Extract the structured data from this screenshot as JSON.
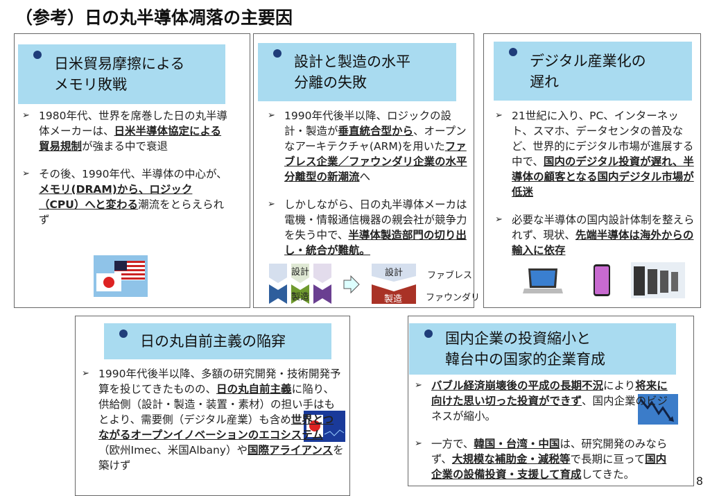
{
  "title": "（参考）日の丸半導体凋落の主要因",
  "page_number": "8",
  "colors": {
    "header_bg": "#a9dbf0",
    "bullet_dot": "#1f3d7a"
  },
  "boxes": [
    {
      "heading": "日米貿易摩擦による\nメモリ敗戦",
      "paras": [
        [
          {
            "t": "1980年代、世界を席巻した日の丸半導体メーカーは、"
          },
          {
            "t": "日米半導体協定による貿易規制",
            "b": 1
          },
          {
            "t": "が強まる中で衰退"
          }
        ],
        [
          {
            "t": "その後、1990年代、半導体の中心が、"
          },
          {
            "t": "メモリ(DRAM)から、ロジック（CPU）へと変わる",
            "b": 1
          },
          {
            "t": "潮流をとらえられず"
          }
        ]
      ]
    },
    {
      "heading": "設計と製造の水平\n分離の失敗",
      "paras": [
        [
          {
            "t": "1990年代後半以降、ロジックの設計・製造が"
          },
          {
            "t": "垂直統合型から",
            "b": 1
          },
          {
            "t": "、オープンなアーキテクチャ(ARM)を用いた"
          },
          {
            "t": "ファブレス企業／ファウンダリ企業の水平分離型の新潮流",
            "b": 1
          },
          {
            "t": "へ"
          }
        ],
        [
          {
            "t": "しかしながら、日の丸半導体メーカは電機・情報通信機器の親会社が競争力を失う中で、"
          },
          {
            "t": "半導体製造部門の切り出し・統合が難航。",
            "b": 1
          }
        ]
      ]
    },
    {
      "heading": "デジタル産業化の\n遅れ",
      "paras": [
        [
          {
            "t": "21世紀に入り、PC、インターネット、スマホ、データセンタの普及など、世界的にデジタル市場が進展する中で、"
          },
          {
            "t": "国内のデジタル投資が遅れ、半導体の顧客となる国内デジタル市場が低迷",
            "b": 1
          }
        ],
        [
          {
            "t": "必要な半導体の国内設計体制を整えられず、現状、"
          },
          {
            "t": "先端半導体は海外からの輸入に依存",
            "b": 1
          }
        ]
      ]
    },
    {
      "heading": "日の丸自前主義の陥穽",
      "paras": [
        [
          {
            "t": "1990年代後半以降、多額の研究開発・技術開発予算を投じてきたものの、"
          },
          {
            "t": "日の丸自前主義",
            "b": 1
          },
          {
            "t": "に陥り、供給側（設計・製造・装置・素材）の担い手はもとより、需要側（デジタル産業）も含め"
          },
          {
            "t": "世界とつながるオープンイノベーションのエコシステム",
            "b": 1
          },
          {
            "t": "（欧州Imec、米国Albany）や"
          },
          {
            "t": "国際アライアンス",
            "b": 1
          },
          {
            "t": "を築けず"
          }
        ]
      ]
    },
    {
      "heading": "国内企業の投資縮小と\n韓台中の国家的企業育成",
      "paras": [
        [
          {
            "t": "バブル経済崩壊後の平成の長期不況",
            "b": 1
          },
          {
            "t": "により"
          },
          {
            "t": "将来に向けた思い切った投資ができず",
            "b": 1
          },
          {
            "t": "、国内企業のビジネスが縮小。"
          }
        ],
        [
          {
            "t": "一方で、"
          },
          {
            "t": "韓国・台湾・中国",
            "b": 1
          },
          {
            "t": "は、研究開発のみならず、"
          },
          {
            "t": "大規模な補助金・減税等",
            "b": 1
          },
          {
            "t": "で長期に亘って"
          },
          {
            "t": "国内企業の設備投資・支援して育成",
            "b": 1
          },
          {
            "t": "してきた。"
          }
        ]
      ]
    }
  ],
  "diagram": {
    "design": "設計",
    "manufacturing": "製造",
    "fabless": "ファブレス",
    "foundry": "ファウンダリ"
  }
}
